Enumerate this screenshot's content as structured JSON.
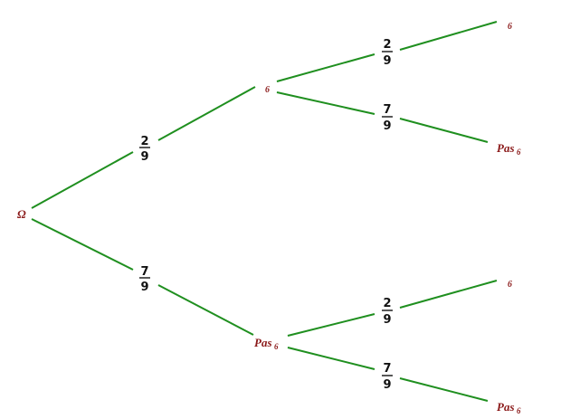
{
  "tree": {
    "root": {
      "label": "Ω"
    },
    "level1": [
      {
        "label": "6",
        "sub": "",
        "prob": {
          "num": "2",
          "den": "9"
        }
      },
      {
        "label": "Pas",
        "sub": "6",
        "prob": {
          "num": "7",
          "den": "9"
        }
      }
    ],
    "level2": [
      {
        "label": "6",
        "sub": "",
        "prob": {
          "num": "2",
          "den": "9"
        }
      },
      {
        "label": "Pas",
        "sub": "6",
        "prob": {
          "num": "7",
          "den": "9"
        }
      },
      {
        "label": "6",
        "sub": "",
        "prob": {
          "num": "2",
          "den": "9"
        }
      },
      {
        "label": "Pas",
        "sub": "6",
        "prob": {
          "num": "7",
          "den": "9"
        }
      }
    ],
    "colors": {
      "edge": "#1f8f1f",
      "node": "#8b1a1a",
      "probability": "#111111"
    }
  }
}
